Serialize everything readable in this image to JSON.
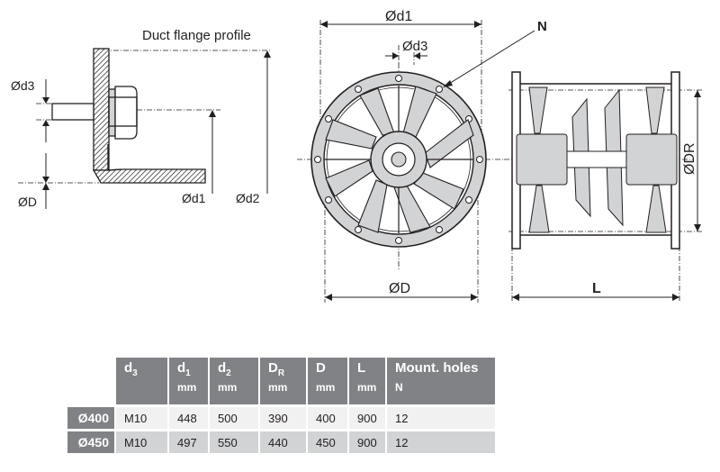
{
  "drawing": {
    "flange_title": "Duct flange profile",
    "side_labels": {
      "d3": "Ød3",
      "D": "ØD",
      "d1": "Ød1",
      "d2": "Ød2"
    },
    "front_labels": {
      "d1": "Ød1",
      "d3": "Ød3",
      "N": "N",
      "D": "ØD"
    },
    "side_view_labels": {
      "DR": "ØDR",
      "L": "L"
    }
  },
  "table": {
    "headers": [
      {
        "symbol": "d",
        "sub": "3",
        "unit": ""
      },
      {
        "symbol": "d",
        "sub": "1",
        "unit": "mm"
      },
      {
        "symbol": "d",
        "sub": "2",
        "unit": "mm"
      },
      {
        "symbol": "D",
        "sub": "R",
        "unit": "mm"
      },
      {
        "symbol": "D",
        "sub": "",
        "unit": "mm"
      },
      {
        "symbol": "L",
        "sub": "",
        "unit": "mm"
      },
      {
        "symbol": "Mount. holes",
        "sub": "",
        "unit": "N"
      }
    ],
    "rows": [
      {
        "model": "Ø400",
        "values": [
          "M10",
          "448",
          "500",
          "390",
          "400",
          "900",
          "12"
        ]
      },
      {
        "model": "Ø450",
        "values": [
          "M10",
          "497",
          "550",
          "440",
          "450",
          "900",
          "12"
        ]
      }
    ]
  },
  "colors": {
    "header_bg": "#808285",
    "row_light": "#f1f1f2",
    "row_dark": "#d1d3d4",
    "line": "#231f20",
    "part_fill": "#d1d3d4"
  }
}
